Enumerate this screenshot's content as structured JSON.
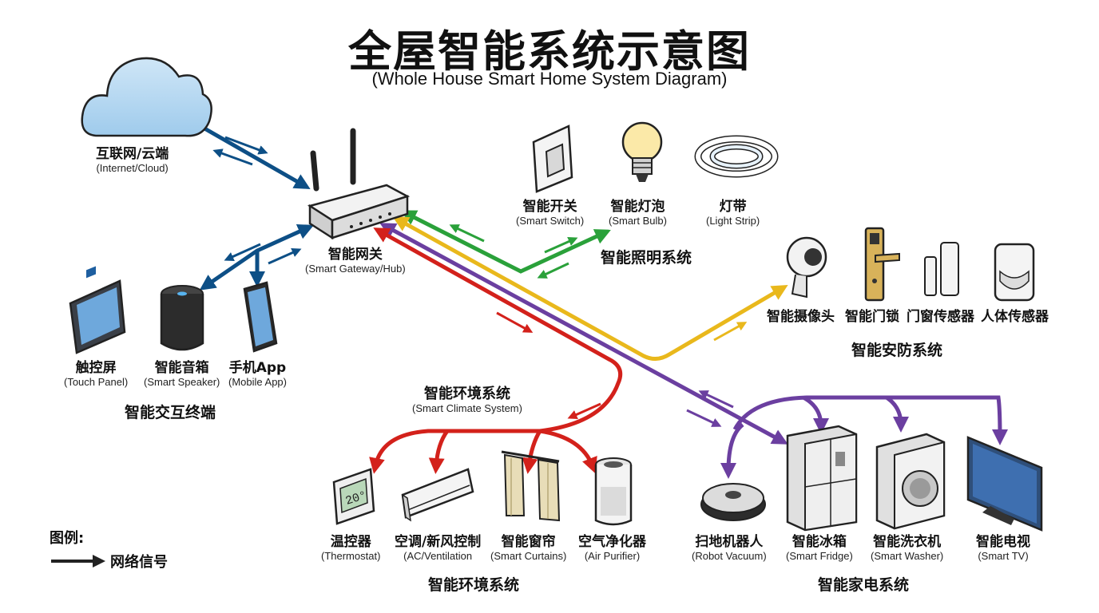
{
  "title": "全屋智能系统示意图",
  "subtitle": "(Whole House Smart Home System Diagram)",
  "colors": {
    "network": "#0d4f86",
    "lighting": "#2aa13a",
    "security": "#e9b81c",
    "climate": "#d3211b",
    "appliance": "#6b3fa0"
  },
  "cloud": {
    "zh": "互联网/云端",
    "en": "(Internet/Cloud)",
    "icon": "cloud-icon"
  },
  "gateway": {
    "zh": "智能网关",
    "en": "(Smart Gateway/Hub)",
    "icon": "router-icon"
  },
  "interaction": {
    "group_label": "智能交互终端",
    "devices": [
      {
        "zh": "触控屏",
        "en": "(Touch Panel)",
        "icon": "touch-panel-icon"
      },
      {
        "zh": "智能音箱",
        "en": "(Smart Speaker)",
        "icon": "smart-speaker-icon"
      },
      {
        "zh": "手机App",
        "en": "(Mobile App)",
        "icon": "mobile-phone-icon"
      }
    ]
  },
  "lighting": {
    "group_label": "智能照明系统",
    "devices": [
      {
        "zh": "智能开关",
        "en": "(Smart Switch)",
        "icon": "light-switch-icon"
      },
      {
        "zh": "智能灯泡",
        "en": "(Smart Bulb)",
        "icon": "light-bulb-icon"
      },
      {
        "zh": "灯带",
        "en": "(Light Strip)",
        "icon": "light-strip-icon"
      }
    ]
  },
  "security": {
    "group_label": "智能安防系统",
    "devices": [
      {
        "zh": "智能摄像头",
        "icon": "camera-icon"
      },
      {
        "zh": "智能门锁",
        "icon": "door-lock-icon"
      },
      {
        "zh": "门窗传感器",
        "icon": "door-window-sensor-icon"
      },
      {
        "zh": "人体传感器",
        "icon": "motion-sensor-icon"
      }
    ]
  },
  "climate": {
    "group_label": "智能环境系统",
    "mid_label": {
      "zh": "智能环境系统",
      "en": "(Smart Climate System)"
    },
    "devices": [
      {
        "zh": "温控器",
        "en": "(Thermostat)",
        "icon": "thermostat-icon",
        "display": "20°"
      },
      {
        "zh": "空调/新风控制",
        "en": "(AC/Ventilation",
        "icon": "air-conditioner-icon"
      },
      {
        "zh": "智能窗帘",
        "en": "(Smart Curtains)",
        "icon": "curtains-icon"
      },
      {
        "zh": "空气净化器",
        "en": "(Air Purifier)",
        "icon": "air-purifier-icon"
      }
    ]
  },
  "appliance": {
    "group_label": "智能家电系统",
    "devices": [
      {
        "zh": "扫地机器人",
        "en": "(Robot Vacuum)",
        "icon": "robot-vacuum-icon"
      },
      {
        "zh": "智能冰箱",
        "en": "(Smart Fridge)",
        "icon": "fridge-icon"
      },
      {
        "zh": "智能洗衣机",
        "en": "(Smart Washer)",
        "icon": "washing-machine-icon"
      },
      {
        "zh": "智能电视",
        "en": "(Smart TV)",
        "icon": "tv-icon"
      }
    ]
  },
  "legend": {
    "title": "图例:",
    "item": "网络信号",
    "icon": "arrow-right-icon"
  }
}
